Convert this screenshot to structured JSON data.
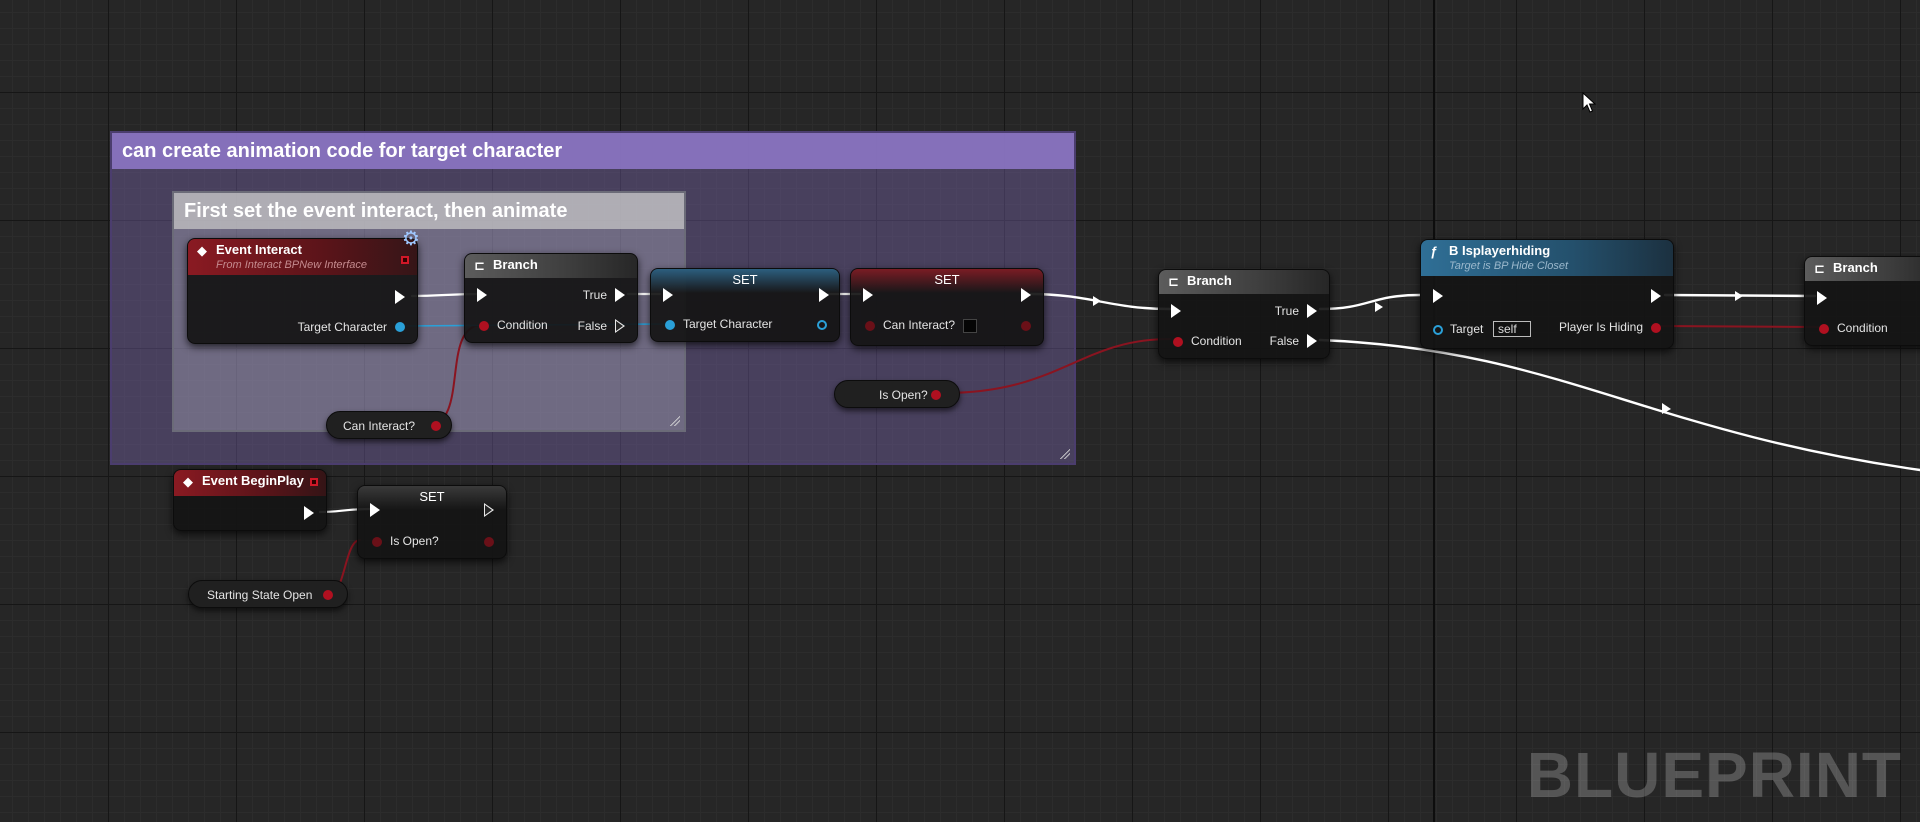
{
  "comments": {
    "outer_title": "can create animation code for target character",
    "inner_title": "First set the event interact, then animate"
  },
  "nodes": {
    "event_interact": {
      "title": "Event Interact",
      "subtitle": "From Interact BPNew Interface",
      "pin_target": "Target Character"
    },
    "branch1": {
      "title": "Branch",
      "condition": "Condition",
      "true": "True",
      "false": "False"
    },
    "set1": {
      "title": "SET",
      "pin": "Target Character"
    },
    "set2": {
      "title": "SET",
      "pin": "Can Interact?"
    },
    "can_interact_getter": {
      "label": "Can Interact?"
    },
    "is_open_getter": {
      "label": "Is Open?"
    },
    "branch2": {
      "title": "Branch",
      "condition": "Condition",
      "true": "True",
      "false": "False"
    },
    "is_player_hiding": {
      "title": "B Isplayerhiding",
      "subtitle": "Target is BP Hide Closet",
      "target": "Target",
      "target_value": "self",
      "output": "Player Is Hiding"
    },
    "branch3": {
      "title": "Branch",
      "condition": "Condition"
    },
    "event_beginplay": {
      "title": "Event BeginPlay"
    },
    "set3": {
      "title": "SET",
      "pin": "Is Open?"
    },
    "starting_state_getter": {
      "label": "Starting State Open"
    }
  },
  "watermark": "BLUEPRINT",
  "icons": {
    "event": "event-diamond-icon",
    "branch": "branch-icon",
    "function": "function-icon",
    "cursor": "mouse-cursor-icon"
  },
  "colors": {
    "exec_wire": "#ffffff",
    "bool_wire": "#8a1420",
    "object_wire": "#2aa0d8",
    "comment_outer": "#8e78c4",
    "comment_inner": "#c8c8c8"
  }
}
